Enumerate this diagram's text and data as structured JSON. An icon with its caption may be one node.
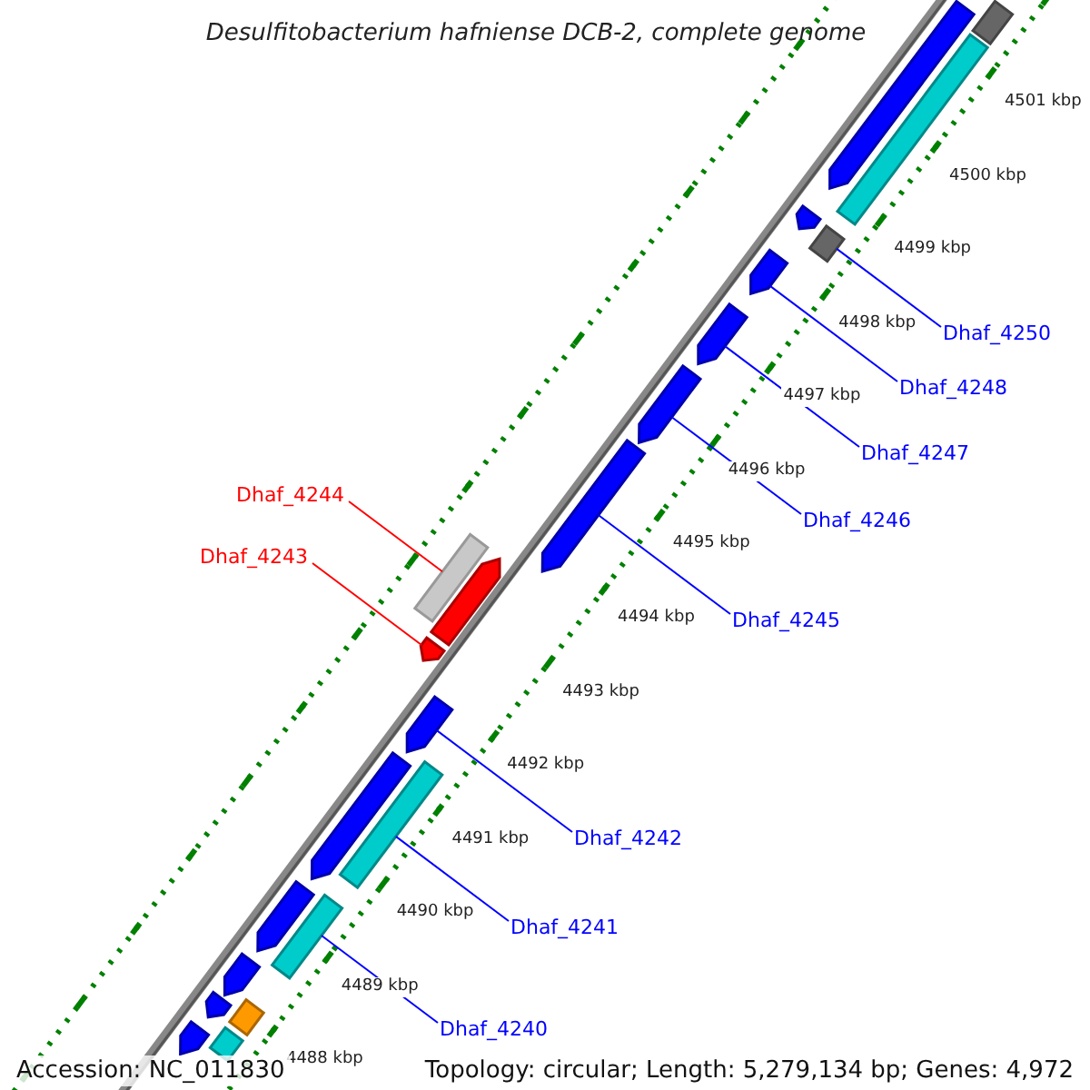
{
  "diagram": {
    "title": "Desulfitobacterium hafniense DCB-2, complete genome",
    "nodes": [
      {
        "text": [
          "Dhaf_4250"
        ]
      },
      {
        "text": [
          "Dhaf_4248"
        ]
      },
      {
        "text": [
          "Dhaf_4247"
        ]
      },
      {
        "text": [
          "Dhaf_4246"
        ]
      },
      {
        "text": [
          "Dhaf_4244"
        ]
      },
      {
        "text": [
          "Dhaf_4243"
        ]
      },
      {
        "text": [
          "Dhaf_4245"
        ]
      },
      {
        "text": [
          "Dhaf_4242"
        ]
      },
      {
        "text": [
          "Dhaf_4241"
        ]
      },
      {
        "text": [
          "Dhaf_4240"
        ]
      },
      {
        "text": [],
        "shape": "bar"
      },
      {
        "text": [],
        "shape": "bar"
      },
      {
        "text": [],
        "shape": "bar"
      },
      {
        "text": [],
        "shape": "bar"
      },
      {
        "text": [],
        "shape": "bar"
      },
      {
        "text": [],
        "shape": "bar"
      },
      {
        "text": [],
        "shape": "bar"
      },
      {
        "text": [],
        "shape": "bar"
      },
      {
        "text": [],
        "shape": "bar"
      },
      {
        "text": [],
        "shape": "bar"
      },
      {
        "text": [],
        "shape": "bar"
      },
      {
        "text": [],
        "shape": "bar"
      },
      {
        "text": [],
        "shape": "bar"
      },
      {
        "text": [],
        "shape": "bar"
      },
      {
        "text": [],
        "shape": "bar"
      },
      {
        "text": [],
        "shape": "bar"
      },
      {
        "text": [],
        "shape": "bar"
      },
      {
        "text": [],
        "shape": "bar"
      },
      {
        "text": [],
        "shape": "bar"
      },
      {
        "text": [],
        "shape": "bar"
      },
      {
        "text": [],
        "shape": "bar"
      },
      {
        "text": [],
        "shape": "bar"
      }
    ],
    "edges": [
      {
        "from": 0,
        "to": 14,
        "arrow": "none"
      },
      {
        "from": 1,
        "to": 15,
        "arrow": "none"
      },
      {
        "from": 2,
        "to": 16,
        "arrow": "none"
      },
      {
        "from": 3,
        "to": 17,
        "arrow": "none"
      },
      {
        "from": 4,
        "to": 19,
        "arrow": "none",
        "color": "#ff0000"
      },
      {
        "from": 5,
        "to": 21,
        "arrow": "none",
        "color": "#ff0000"
      },
      {
        "from": 6,
        "to": 18,
        "arrow": "none"
      },
      {
        "from": 7,
        "to": 22,
        "arrow": "none"
      },
      {
        "from": 8,
        "to": 24,
        "arrow": "none"
      },
      {
        "from": 9,
        "to": 26,
        "arrow": "none"
      }
    ],
    "labels": [
      "4501 kbp",
      "4500 kbp",
      "4499 kbp",
      "4498 kbp",
      "4497 kbp",
      "4496 kbp",
      "4495 kbp",
      "4494 kbp",
      "4493 kbp",
      "4492 kbp",
      "4491 kbp",
      "4490 kbp",
      "4489 kbp",
      "4488 kbp",
      "Accession: NC_011830",
      "Topology: circular; Length: 5,279,134 bp; Genes: 4,972"
    ]
  }
}
